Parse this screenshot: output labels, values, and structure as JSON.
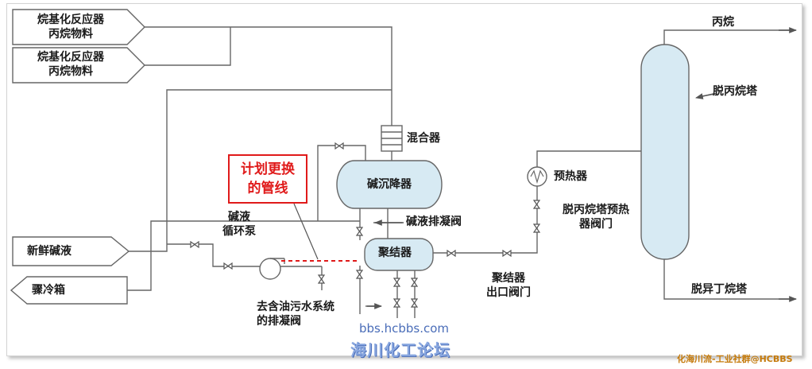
{
  "feeds": {
    "alkylation_1": [
      "烷基化反应器",
      "丙烷物料"
    ],
    "alkylation_2": [
      "烷基化反应器",
      "丙烷物料"
    ],
    "fresh_caustic": "新鲜碱液",
    "quench_tank": "骤冷箱"
  },
  "equipment": {
    "mixer": "混合器",
    "caustic_settler": "碱沉降器",
    "coalescer": "聚结器",
    "preheater": "预热器",
    "depropanizer": "脱丙烷塔",
    "caustic_pump": [
      "碱液",
      "循环泵"
    ]
  },
  "labels": {
    "caustic_drain_valve": "碱液排凝阀",
    "preheater_outlet_valve": [
      "脱丙烷塔预热",
      "器阀门"
    ],
    "coalescer_outlet_valve": [
      "聚结器",
      "出口阀门"
    ],
    "oily_drain": [
      "去含油污水系统",
      "的排凝阀"
    ],
    "propane": "丙烷",
    "debutanizer": "脱异丁烷塔"
  },
  "highlight": [
    "计划更换",
    "的管线"
  ],
  "watermarks": {
    "url": "bbs.hcbbs.com",
    "forum": "海川化工论坛",
    "corner": "化海川流-工业社群@HCBBS"
  },
  "colors": {
    "line": "#555555",
    "vessel_fill": "#d7eaf3",
    "highlight": "#e01a1a"
  }
}
